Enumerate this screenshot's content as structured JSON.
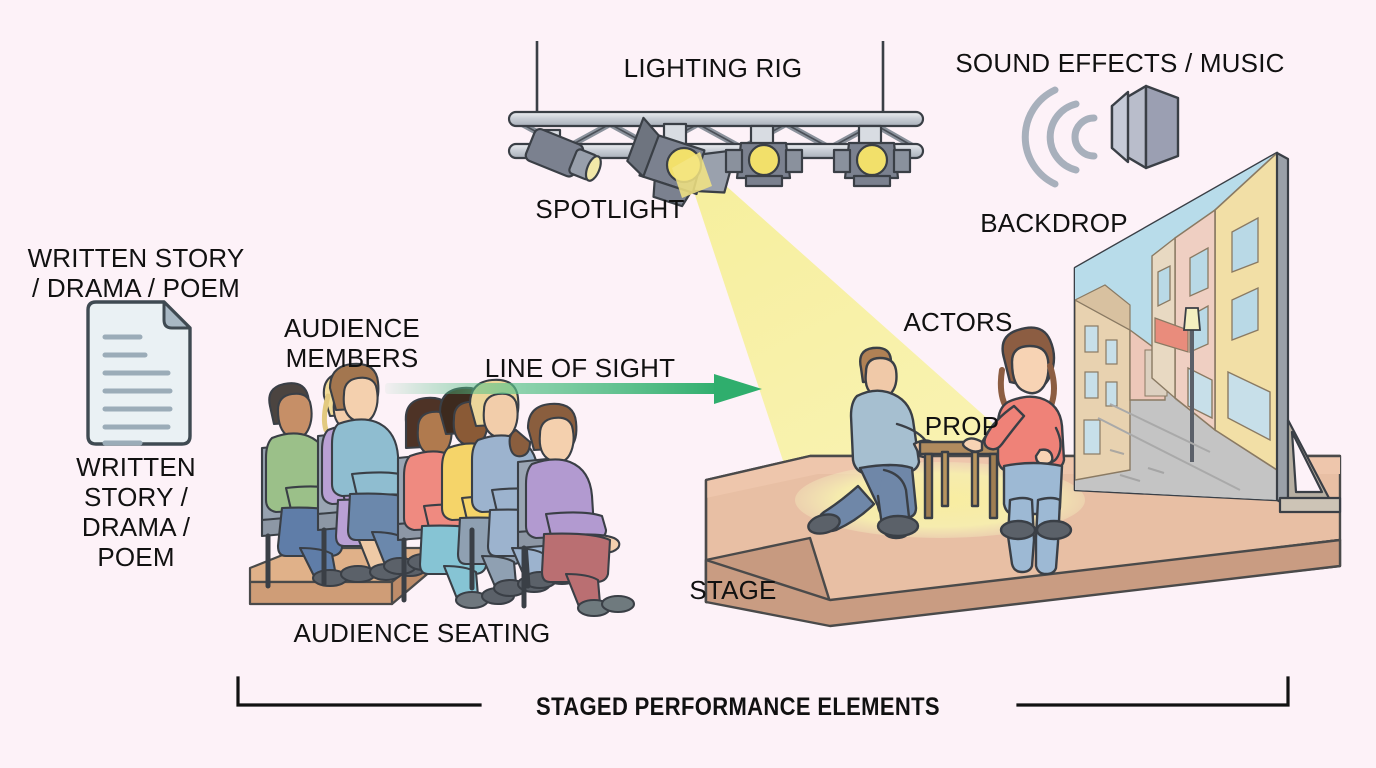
{
  "background_color": "#fdf2f8",
  "labels": {
    "lighting_rig": "LIGHTING RIG",
    "sound_effects": "SOUND EFFECTS / MUSIC",
    "spotlight": "SPOTLIGHT",
    "backdrop": "BACKDROP",
    "actors": "ACTORS",
    "prop": "PROP",
    "stage": "STAGE",
    "line_of_sight": "LINE OF SIGHT",
    "audience_members": "AUDIENCE\nMEMBERS",
    "audience_seating": "AUDIENCE SEATING",
    "written_story_top": "WRITTEN STORY\n/ DRAMA / POEM",
    "written_story_bottom": "WRITTEN\nSTORY /\nDRAMA /\nPOEM",
    "bottom_caption": "STAGED PERFORMANCE ELEMENTS"
  },
  "icons": {
    "document": "document-page-icon",
    "speaker": "speaker-sound-waves-icon",
    "spotlight_fixture": "spotlight-fixture-icon",
    "truss": "lighting-truss-icon",
    "arrow": "line-of-sight-arrow-icon",
    "bracket": "caption-bracket-icon"
  },
  "colors": {
    "stage_top": "#e8bfa4",
    "stage_front": "#c79a80",
    "stage_outline": "#4a4a4a",
    "spot_beam": "#f7f0a0",
    "spot_pool": "#f5e9a8",
    "truss_metal": "#c7ccd4",
    "fixture_body": "#7b818f",
    "lamp_yellow": "#f2e06a",
    "arrow_green": "#3cb878",
    "backdrop_sky": "#b8dcea",
    "backdrop_road": "#c8c8c8",
    "doc_paper": "#eaf1f4",
    "doc_line": "#9bacb8",
    "text": "#111111"
  },
  "scene_elements": {
    "fixtures_count": 4,
    "audience_count": 8,
    "actors_count": 2,
    "props": [
      "table"
    ]
  }
}
